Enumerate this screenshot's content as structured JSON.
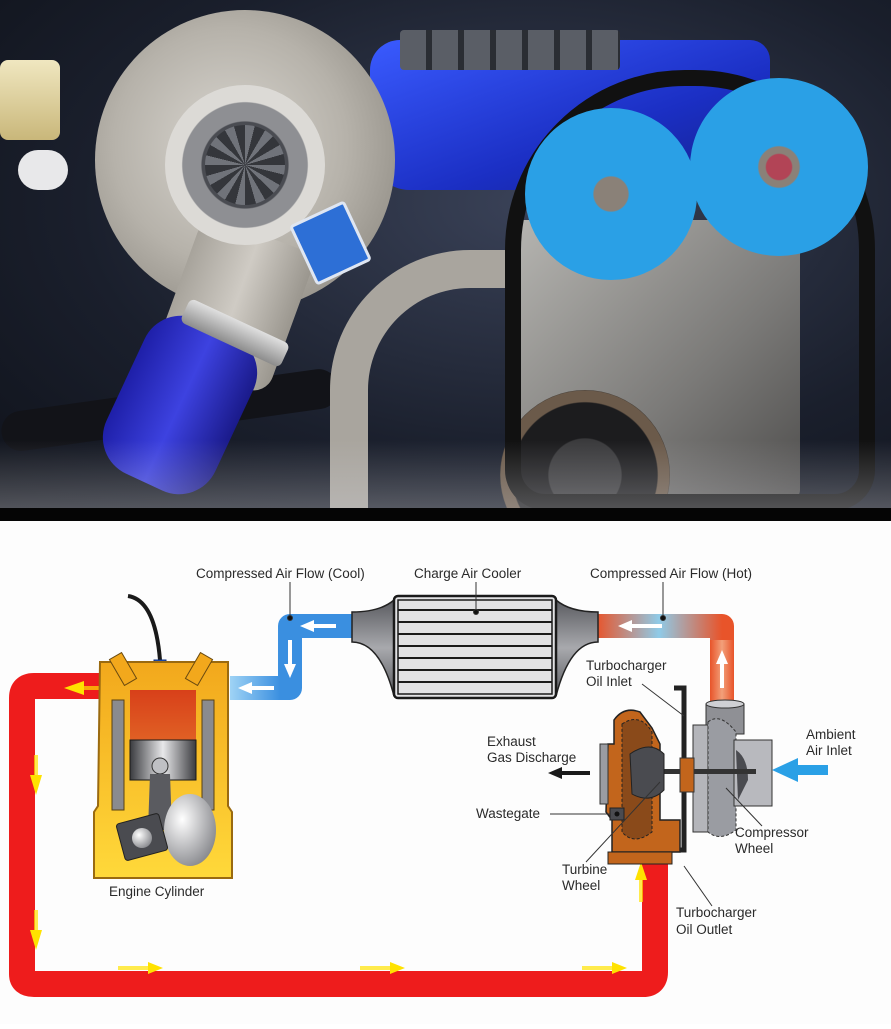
{
  "photo": {
    "subject": "Turbocharged engine bay",
    "components": [
      "turbocharger-compressor-housing",
      "blue-valve-cover",
      "blue-cam-gears",
      "timing-belt",
      "blue-intake-hose",
      "exhaust-pipe"
    ]
  },
  "diagram": {
    "labels": {
      "compressed_air_cool": "Compressed Air Flow (Cool)",
      "charge_air_cooler": "Charge Air Cooler",
      "compressed_air_hot": "Compressed Air Flow (Hot)",
      "oil_inlet_1": "Turbocharger",
      "oil_inlet_2": "Oil Inlet",
      "ambient_1": "Ambient",
      "ambient_2": "Air Inlet",
      "exhaust_1": "Exhaust",
      "exhaust_2": "Gas Discharge",
      "wastegate": "Wastegate",
      "compressor_1": "Compressor",
      "compressor_2": "Wheel",
      "turbine_1": "Turbine",
      "turbine_2": "Wheel",
      "oil_outlet_1": "Turbocharger",
      "oil_outlet_2": "Oil Outlet",
      "engine": "Engine Cylinder"
    },
    "colors": {
      "exhaust_pipe": "#ee1c1c",
      "flow_arrow": "#ffe200",
      "cool_air": "#3a8fe0",
      "hot_air": "#e8542a",
      "turbine_housing": "#c2651c",
      "compressor_housing": "#9a9ca2",
      "engine_block": "#f2a81c",
      "combustion": "#d8401a"
    }
  }
}
